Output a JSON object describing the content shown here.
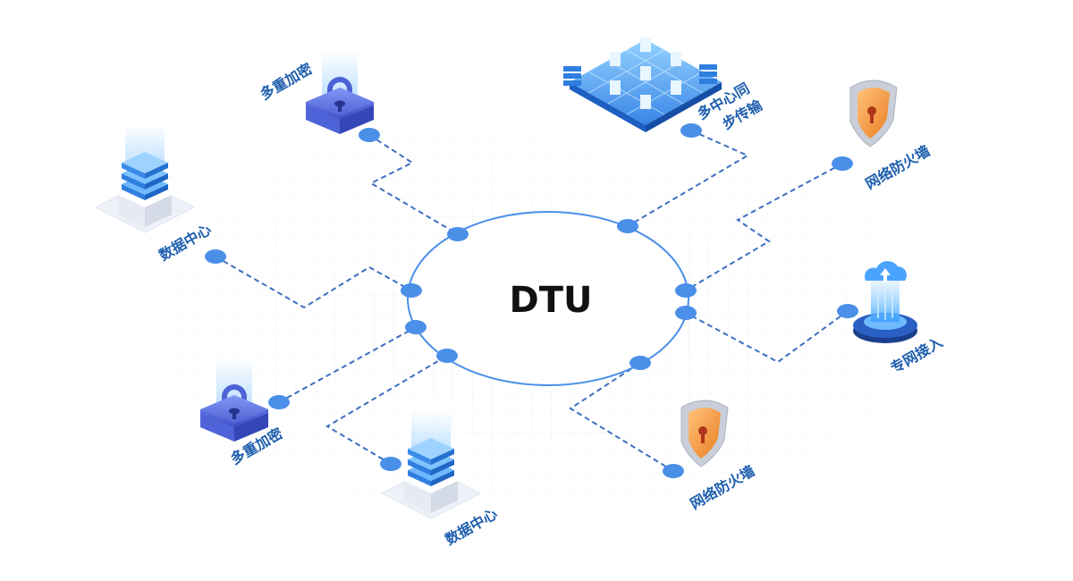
{
  "center": {
    "label": "DTU"
  },
  "colors": {
    "ring": "#4a8fe8",
    "dot": "#4a8fe8",
    "connector": "#3d6fc0",
    "label": "#1f5fae",
    "center_text": "#111111",
    "lock_body": "#5a73e6",
    "lock_dark": "#2c3fb0",
    "shield_orange": "#f29a3c",
    "shield_silver": "#c9ced8",
    "server_blue": "#4fa3f5",
    "server_white": "#f4f7fc"
  },
  "nodes": [
    {
      "label": "多重加密",
      "icon": "lock-icon"
    },
    {
      "label": "数据中心",
      "icon": "server-stack-icon"
    },
    {
      "label": "多中心同",
      "label2": "步传输",
      "icon": "data-center-grid-icon"
    },
    {
      "label": "网络防火墙",
      "icon": "firewall-shield-icon"
    },
    {
      "label": "专网接入",
      "icon": "cloud-access-icon"
    },
    {
      "label": "网络防火墙",
      "icon": "firewall-shield-icon"
    },
    {
      "label": "数据中心",
      "icon": "server-stack-icon"
    },
    {
      "label": "多重加密",
      "icon": "lock-icon"
    }
  ]
}
